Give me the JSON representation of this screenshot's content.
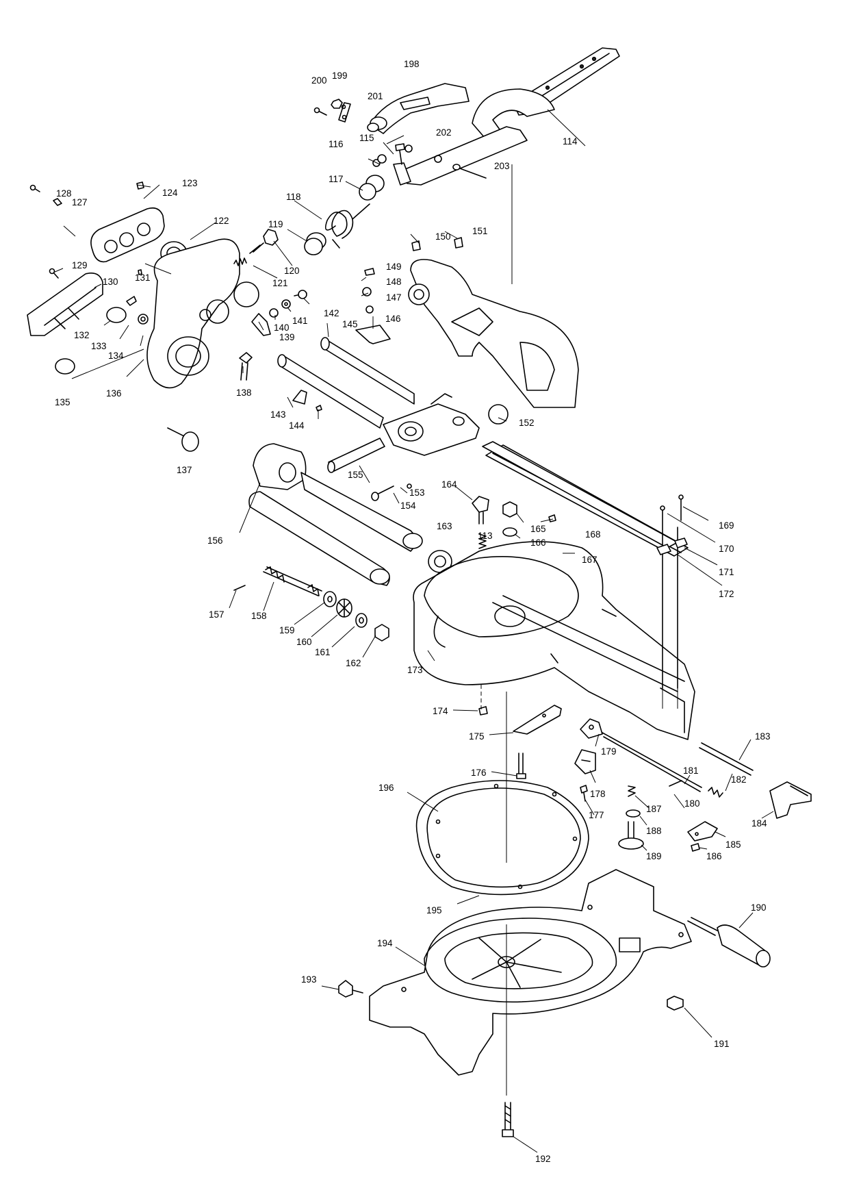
{
  "labels": {
    "p113": "113",
    "p114": "114",
    "p115": "115",
    "p116": "116",
    "p117": "117",
    "p118": "118",
    "p119": "119",
    "p120": "120",
    "p121": "121",
    "p122": "122",
    "p123": "123",
    "p124": "124",
    "p127": "127",
    "p128": "128",
    "p129": "129",
    "p130": "130",
    "p131": "131",
    "p132": "132",
    "p133": "133",
    "p134": "134",
    "p135": "135",
    "p136": "136",
    "p137": "137",
    "p138": "138",
    "p139": "139",
    "p140": "140",
    "p141": "141",
    "p142": "142",
    "p143": "143",
    "p144": "144",
    "p145": "145",
    "p146": "146",
    "p147": "147",
    "p148": "148",
    "p149": "149",
    "p150": "150",
    "p151": "151",
    "p152": "152",
    "p153": "153",
    "p154": "154",
    "p155": "155",
    "p156": "156",
    "p157": "157",
    "p158": "158",
    "p159": "159",
    "p160": "160",
    "p161": "161",
    "p162": "162",
    "p163": "163",
    "p164": "164",
    "p165": "165",
    "p166": "166",
    "p167": "167",
    "p168": "168",
    "p169": "169",
    "p170": "170",
    "p171": "171",
    "p172": "172",
    "p173": "173",
    "p174": "174",
    "p175": "175",
    "p176": "176",
    "p177": "177",
    "p178": "178",
    "p179": "179",
    "p180": "180",
    "p181": "181",
    "p182": "182",
    "p183": "183",
    "p184": "184",
    "p185": "185",
    "p186": "186",
    "p187": "187",
    "p188": "188",
    "p189": "189",
    "p190": "190",
    "p191": "191",
    "p192": "192",
    "p193": "193",
    "p194": "194",
    "p195": "195",
    "p196": "196",
    "p198": "198",
    "p199": "199",
    "p200": "200",
    "p201": "201",
    "p202": "202",
    "p203": "203"
  }
}
